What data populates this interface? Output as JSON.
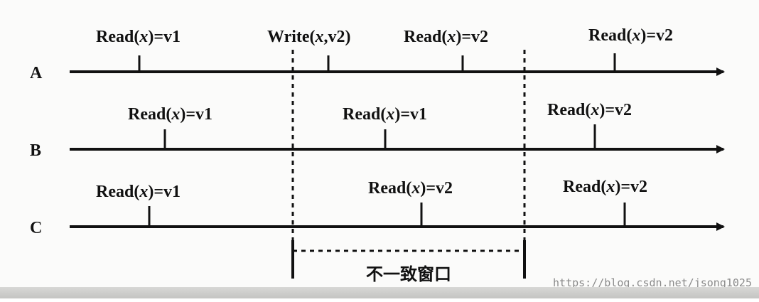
{
  "processes": [
    {
      "name": "A",
      "events": [
        {
          "op": "Read",
          "arg": "x",
          "value": "v1"
        },
        {
          "op": "Write",
          "arg": "x",
          "value": "v2"
        },
        {
          "op": "Read",
          "arg": "x",
          "value": "v2"
        },
        {
          "op": "Read",
          "arg": "x",
          "value": "v2"
        }
      ]
    },
    {
      "name": "B",
      "events": [
        {
          "op": "Read",
          "arg": "x",
          "value": "v1"
        },
        {
          "op": "Read",
          "arg": "x",
          "value": "v1"
        },
        {
          "op": "Read",
          "arg": "x",
          "value": "v2"
        }
      ]
    },
    {
      "name": "C",
      "events": [
        {
          "op": "Read",
          "arg": "x",
          "value": "v1"
        },
        {
          "op": "Read",
          "arg": "x",
          "value": "v2"
        },
        {
          "op": "Read",
          "arg": "x",
          "value": "v2"
        }
      ]
    }
  ],
  "inconsistency_window": {
    "label": "不一致窗口"
  },
  "watermark": "https://blog.csdn.net/jsong1025"
}
